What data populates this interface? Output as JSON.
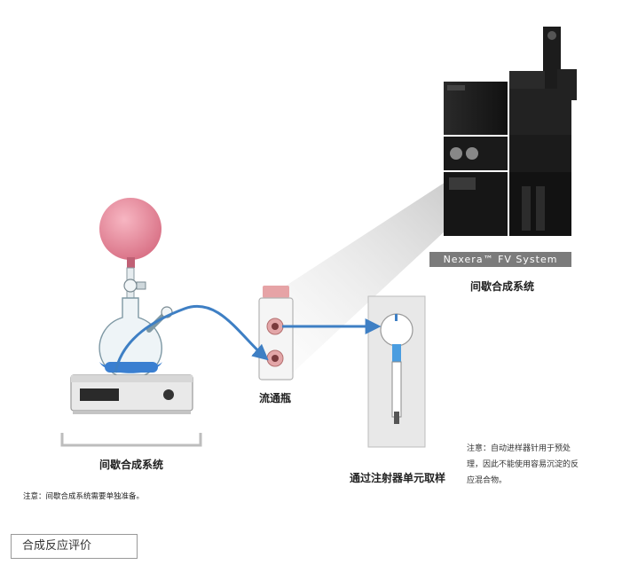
{
  "labels": {
    "nexera_banner": "Nexera™ FV System",
    "nexera_system": "间歇合成系统",
    "flow_bottle": "流通瓶",
    "batch_system": "间歇合成系统",
    "injector_sampling": "通过注射器单元取样"
  },
  "notes": {
    "batch_note": "注意：间歇合成系统需要单独准备。",
    "autosampler_note": "注意：自动进样器针用于预处理，因此不能使用容易沉淀的反应混合物。"
  },
  "tab": {
    "label": "合成反应评价"
  },
  "colors": {
    "flow_arrow": "#3e7fc4",
    "balloon": "#e58a9a",
    "liquid": "#3a7fd1",
    "instrument_dark": "#1d1d1d",
    "banner": "#7b7b7b"
  }
}
